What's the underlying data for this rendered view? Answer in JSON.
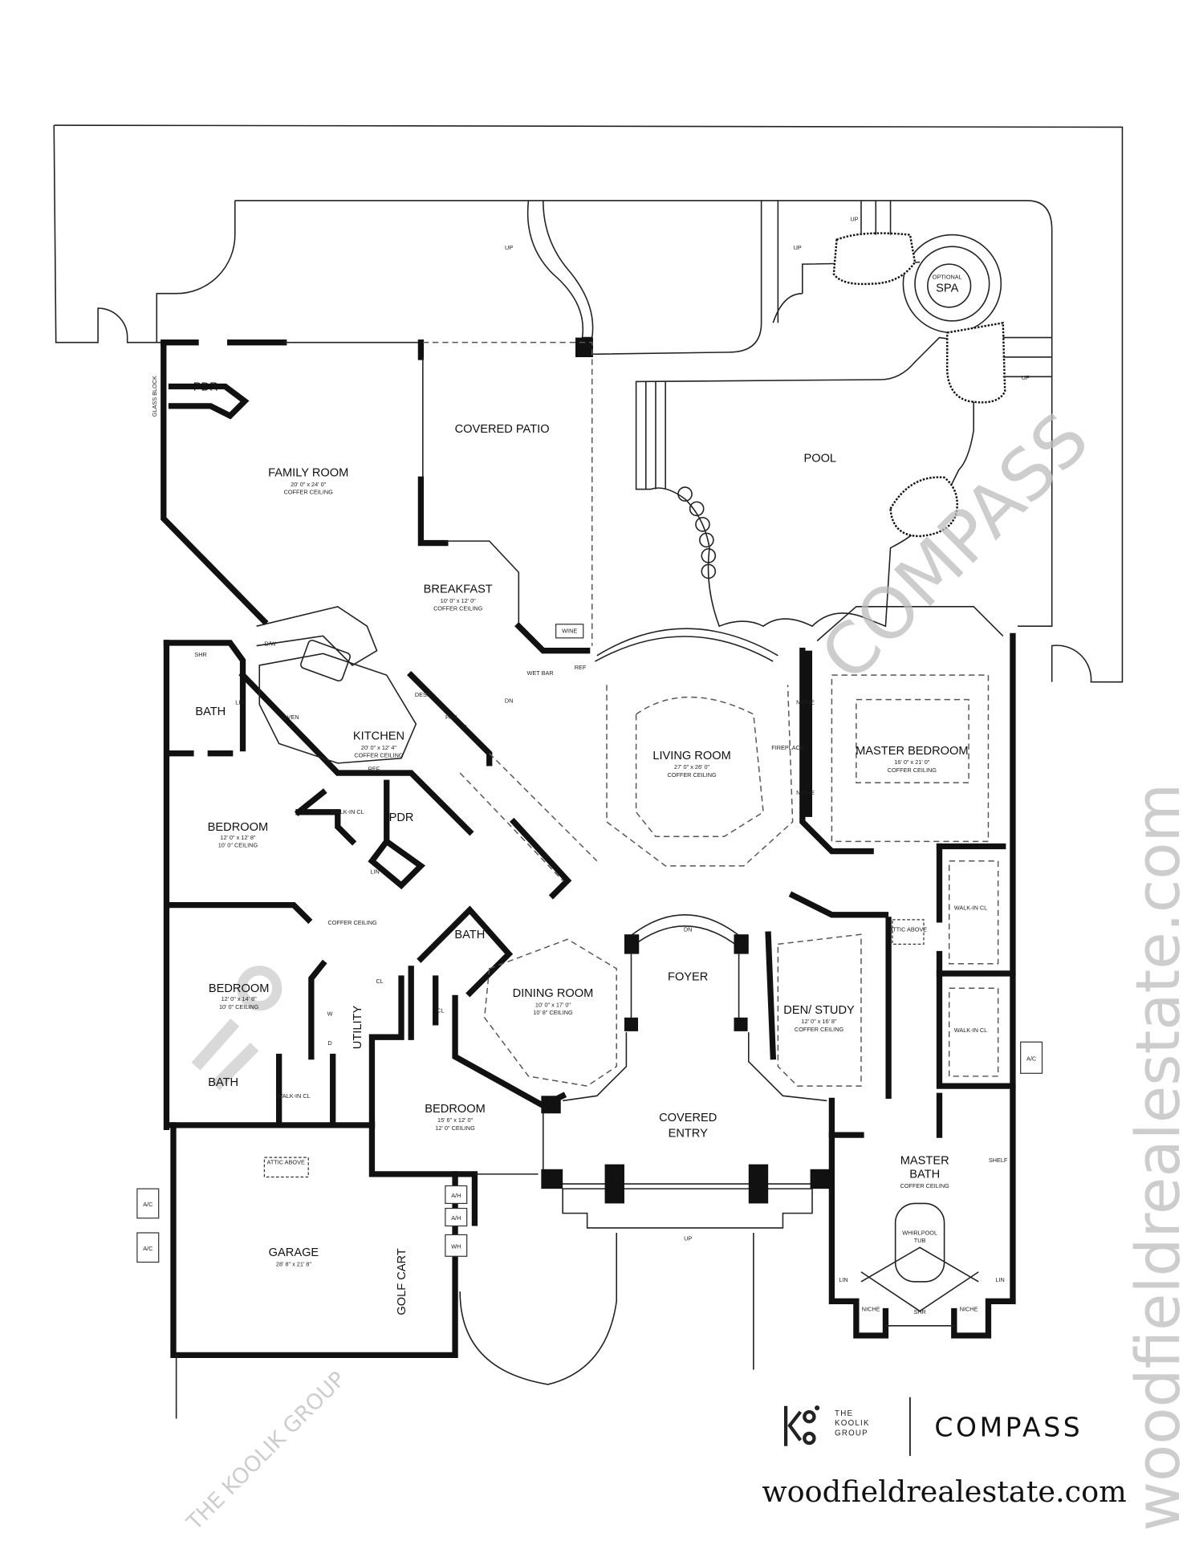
{
  "rooms": {
    "covered_patio": {
      "title": "COVERED PATIO"
    },
    "family_room": {
      "title": "FAMILY ROOM",
      "dims": "20' 0\" x 24' 0\"",
      "ceiling": "COFFER CEILING"
    },
    "pdr_top": {
      "title": "PDR"
    },
    "breakfast": {
      "title": "BREAKFAST",
      "dims": "10' 0\" x 12' 0\"",
      "ceiling": "COFFER CEILING"
    },
    "kitchen": {
      "title": "KITCHEN",
      "dims": "20' 0\" x 12' 4\"",
      "ceiling": "COFFER CEILING"
    },
    "bath_1": {
      "title": "BATH"
    },
    "bedroom_1": {
      "title": "BEDROOM",
      "dims": "12' 0\" x 12' 8\"",
      "ceiling": "10' 0\" CEILING"
    },
    "pdr_mid": {
      "title": "PDR"
    },
    "bedroom_2": {
      "title": "BEDROOM",
      "dims": "12' 0\" x 14' 8\"",
      "ceiling": "10' 0\" CEILING"
    },
    "utility": {
      "title": "UTILITY"
    },
    "bath_2": {
      "title": "BATH"
    },
    "bath_3": {
      "title": "BATH"
    },
    "dining_room": {
      "title": "DINING ROOM",
      "dims": "10' 0\" x 17' 0\"",
      "ceiling": "10' 8\" CEILING"
    },
    "foyer": {
      "title": "FOYER"
    },
    "living_room": {
      "title": "LIVING ROOM",
      "dims": "27' 0\" x 26' 0\"",
      "ceiling": "COFFER CEILING"
    },
    "master_bedroom": {
      "title": "MASTER BEDROOM",
      "dims": "16' 0\" x 21' 0\"",
      "ceiling": "COFFER CEILING"
    },
    "den_study": {
      "title": "DEN/ STUDY",
      "dims": "12' 0\" x 16' 8\"",
      "ceiling": "COFFER CEILING"
    },
    "covered_entry": {
      "title_1": "COVERED",
      "title_2": "ENTRY"
    },
    "bedroom_3": {
      "title": "BEDROOM",
      "dims": "15' 6\" x 12' 0\"",
      "ceiling": "12' 0\" CEILING"
    },
    "garage": {
      "title": "GARAGE",
      "dims": "28' 8\" x 21' 8\""
    },
    "golf_cart": {
      "title": "GOLF CART"
    },
    "master_bath": {
      "title_1": "MASTER",
      "title_2": "BATH",
      "ceiling": "COFFER CEILING"
    },
    "whirlpool": {
      "title_1": "WHIRLPOOL",
      "title_2": "TUB"
    },
    "pool": {
      "title": "POOL"
    },
    "spa": {
      "title_1": "OPTIONAL",
      "title_2": "SPA"
    },
    "hall": {
      "ceiling": "COFFER CEILING"
    }
  },
  "small_labels": {
    "up": "UP",
    "dn": "DN",
    "ac": "A/C",
    "ah": "A/H",
    "wh": "WH",
    "walk_in_cl": "WALK-IN CL",
    "niche": "NICHE",
    "fireplace": "FIREPLACE",
    "wet_bar": "WET BAR",
    "ref": "REF",
    "shr": "SHR",
    "lin": "LIN",
    "cl": "CL",
    "attic_above": "ATTIC ABOVE",
    "shelf": "SHELF",
    "w": "W",
    "d": "D",
    "dw": "D/W",
    "oven": "OVEN",
    "desk": "DESK",
    "pan": "PAN",
    "glass_block": "GLASS BLOCK",
    "wine": "WINE"
  },
  "watermarks": {
    "compass": "COMPASS",
    "site": "woodfieldrealestate.com",
    "koolik": "THE KOOLIK GROUP"
  },
  "footer": {
    "koolik_the": "THE",
    "koolik_name": "KOOLIK",
    "koolik_group": "GROUP",
    "compass": "COMPASS",
    "website": "woodfieldrealestate.com"
  }
}
